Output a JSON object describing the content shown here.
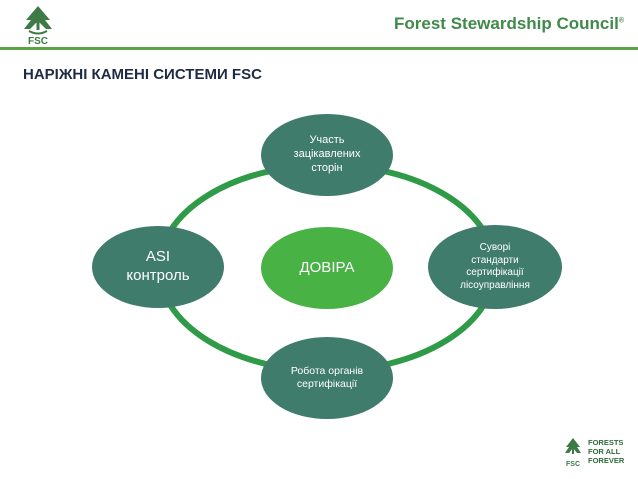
{
  "header": {
    "logo_text": "FSC",
    "brand_name": "Forest Stewardship Council",
    "brand_mark": "®"
  },
  "title": "НАРІЖНІ КАМЕНІ СИСТЕМИ FSC",
  "diagram": {
    "center": "ДОВІРА",
    "nodes": {
      "top": "Участь\nзацікавлених\nсторін",
      "right": "Суворі\nстандарти\nсертифікації\nлісоуправління",
      "bottom": "Робота органів\nсертифікації",
      "left": "ASI\nконтроль"
    }
  },
  "footer": {
    "logo_text": "FSC",
    "tagline": "FORESTS\nFOR ALL\nFOREVER"
  },
  "colors": {
    "ring": "#2f9a47",
    "node": "#3f7c6c",
    "center": "#48b244",
    "accent": "#5aa447"
  }
}
